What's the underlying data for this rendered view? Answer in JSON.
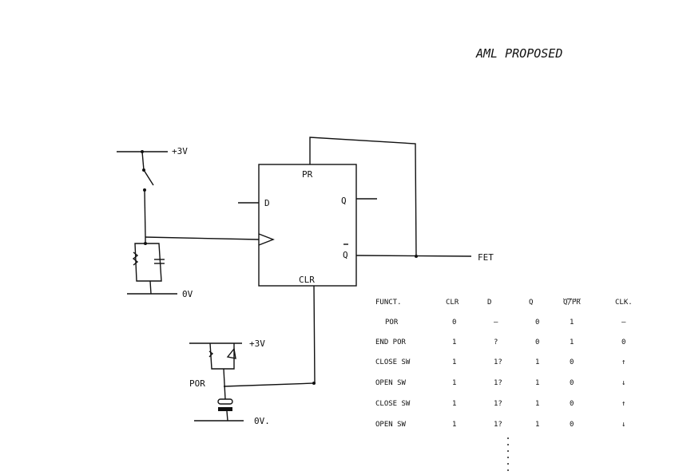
{
  "title": "AML PROPOSED",
  "flipflop": {
    "pr": "PR",
    "clr": "CLR",
    "d": "D",
    "q": "Q",
    "qbar": "Q"
  },
  "labels": {
    "v3_top": "+3V",
    "v0_top": "0V",
    "v3_bottom": "+3V",
    "v0_bottom": "0V.",
    "por": "POR",
    "fet": "FET"
  },
  "table": {
    "headers": [
      "FUNCT.",
      "CLR",
      "D",
      "Q",
      "Q/PR",
      "CLK."
    ],
    "rows": [
      [
        "POR",
        "0",
        "—",
        "0",
        "1",
        "—"
      ],
      [
        "END POR",
        "1",
        "?",
        "0",
        "1",
        "0"
      ],
      [
        "CLOSE SW",
        "1",
        "1?",
        "1",
        "0",
        "↑"
      ],
      [
        "OPEN SW",
        "1",
        "1?",
        "1",
        "0",
        "↓"
      ],
      [
        "CLOSE SW",
        "1",
        "1?",
        "1",
        "0",
        "↑"
      ],
      [
        "OPEN SW",
        "1",
        "1?",
        "1",
        "0",
        "↓"
      ]
    ]
  }
}
